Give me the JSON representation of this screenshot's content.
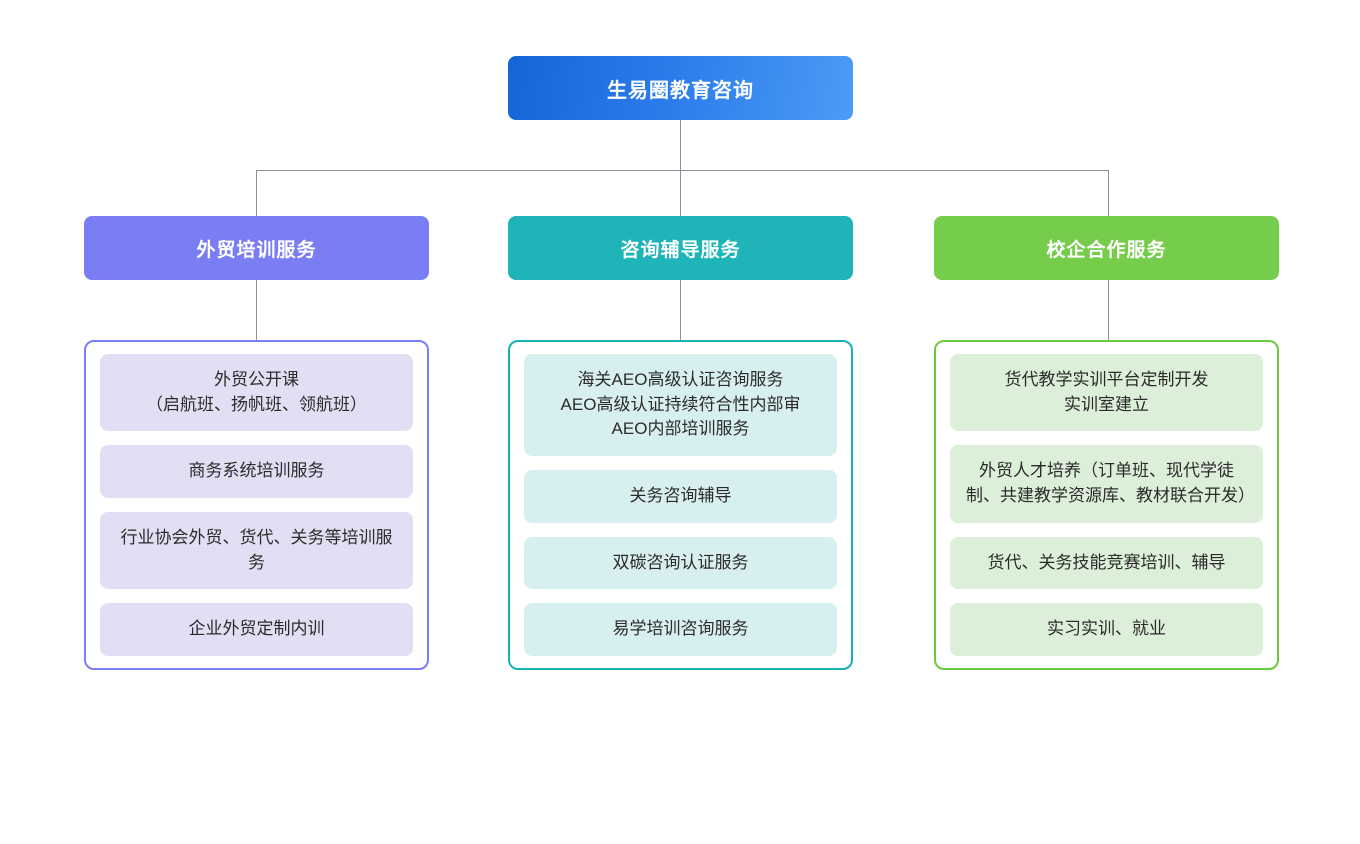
{
  "root": {
    "label": "生易圈教育咨询"
  },
  "connectors": {
    "color": "#8a9099"
  },
  "columns": [
    {
      "id": "foreign-trade-training",
      "header": "外贸培训服务",
      "accent": "#7b7ef2",
      "border": "#7b7ef5",
      "item_fill": "#e2dff4",
      "items": [
        "外贸公开课\n（启航班、扬帆班、领航班）",
        "商务系统培训服务",
        "行业协会外贸、货代、关务等培训服务",
        "企业外贸定制内训"
      ]
    },
    {
      "id": "consulting-tutoring",
      "header": "咨询辅导服务",
      "accent": "#1eb4b8",
      "border": "#17b2b8",
      "item_fill": "#d8eff0",
      "items": [
        "海关AEO高级认证咨询服务\nAEO高级认证持续符合性内部审\nAEO内部培训服务",
        "关务咨询辅导",
        "双碳咨询认证服务",
        "易学培训咨询服务"
      ]
    },
    {
      "id": "school-enterprise-cooperation",
      "header": "校企合作服务",
      "accent": "#76cc4b",
      "border": "#6bc83f",
      "item_fill": "#dcefd8",
      "items": [
        "货代教学实训平台定制开发\n实训室建立",
        "外贸人才培养（订单班、现代学徒制、共建教学资源库、教材联合开发）",
        "货代、关务技能竞赛培训、辅导",
        "实习实训、就业"
      ]
    }
  ]
}
